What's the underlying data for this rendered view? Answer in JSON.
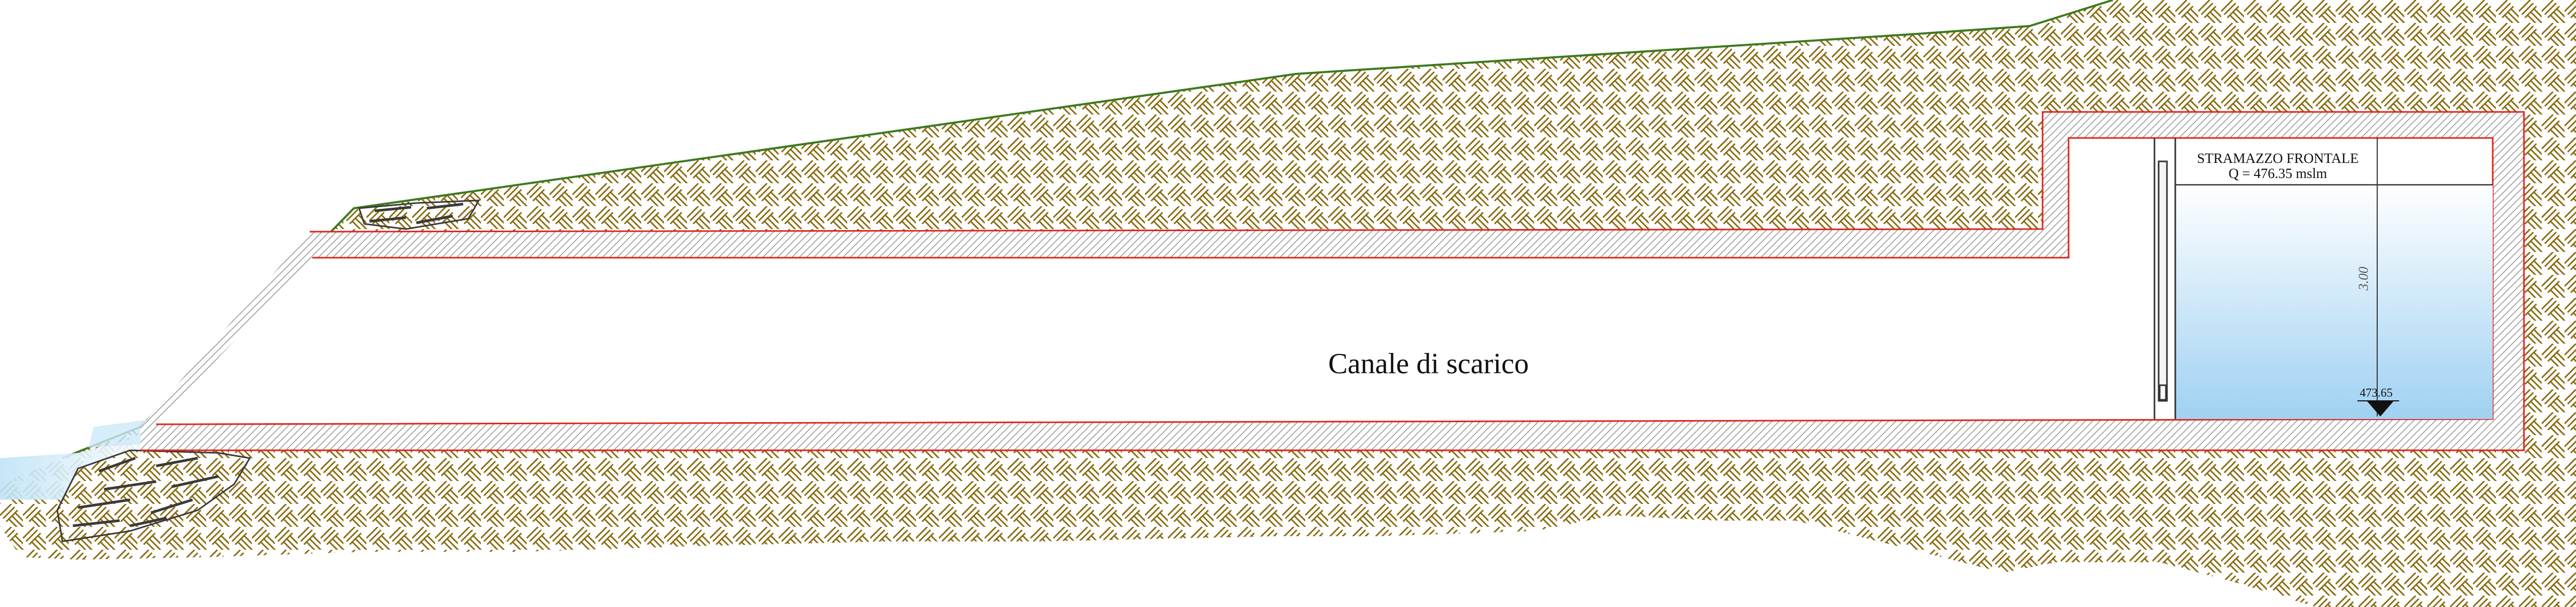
{
  "labels": {
    "channel": "Canale di scarico",
    "weir_title": "STRAMAZZO FRONTALE",
    "weir_level": "Q = 476.35 mslm",
    "depth": "3.00",
    "bottom_level": "473.65"
  },
  "colors": {
    "ground_line": "#3c7a1e",
    "soil_hatch": "#8a6d12",
    "concrete_outline": "#e0241b",
    "concrete_hatch": "#9a9a9a",
    "water_top": "#ffffff",
    "water_bottom": "#9fd1f2",
    "rock": "#3a3a3a",
    "text": "#111111",
    "dim_line": "#333333"
  }
}
